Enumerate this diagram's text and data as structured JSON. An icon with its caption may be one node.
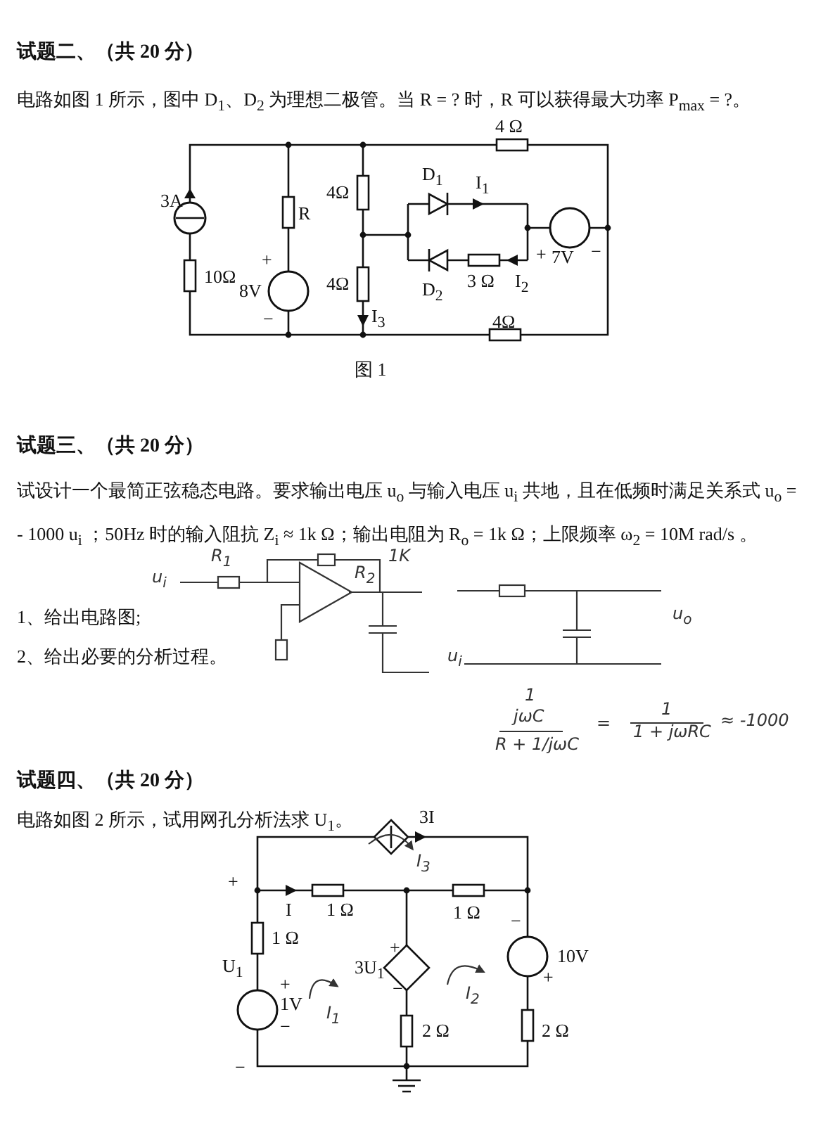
{
  "diagram": {
    "labels": [
      "试题二、（共 20 分）",
      "电路如图 1 所示，图中 D$_{1}$、D$_{2}$ 为理想二极管。当 R = ? 时，R 可以获得最大功率 P$_{max}$ = ?。",
      "4 Ω",
      "3A",
      "R",
      "4Ω",
      "D$_{1}$",
      "I$_{1}$",
      "+",
      "8V",
      "−",
      "10Ω",
      "4Ω",
      "D$_{2}$",
      "3 Ω",
      "I$_{2}$",
      "+",
      "7V",
      "−",
      "I$_{3}$",
      "4Ω",
      "图 1",
      "试题三、（共 20 分）",
      "试设计一个最简正弦稳态电路。要求输出电压 u$_{o}$ 与输入电压 u$_{i}$ 共地，且在低频时满足关系式 u$_{o}$ = - 1000 u$_{i}$ ；50Hz 时的输入阻抗 Z$_{i}$ ≈ 1k Ω；输出电阻为 R$_{o}$ = 1k Ω；上限频率 ω$_{2}$ = 10M rad/s 。",
      "1、给出电路图;",
      "2、给出必要的分析过程。",
      "R$_{1}$",
      "1K",
      "u$_{i}$",
      "R$_{2}$",
      "u$_{i}$",
      "u$_{o}$",
      "1",
      "jωC",
      "R + 1/jωC",
      "=",
      "1",
      "1 + jωRC",
      "≈ -1000",
      "试题四、（共 20 分）",
      "电路如图 2 所示，试用网孔分析法求 U$_{1}$。",
      "3I",
      "+",
      "I",
      "1 Ω",
      "1 Ω",
      "U$_{1}$",
      "1 Ω",
      "+",
      "1V",
      "−",
      "+",
      "3U$_{1}$",
      "−",
      "−",
      "10V",
      "+",
      "2 Ω",
      "2 Ω",
      "−",
      "I$_{3}$",
      "I$_{1}$",
      "I$_{2}$"
    ]
  }
}
